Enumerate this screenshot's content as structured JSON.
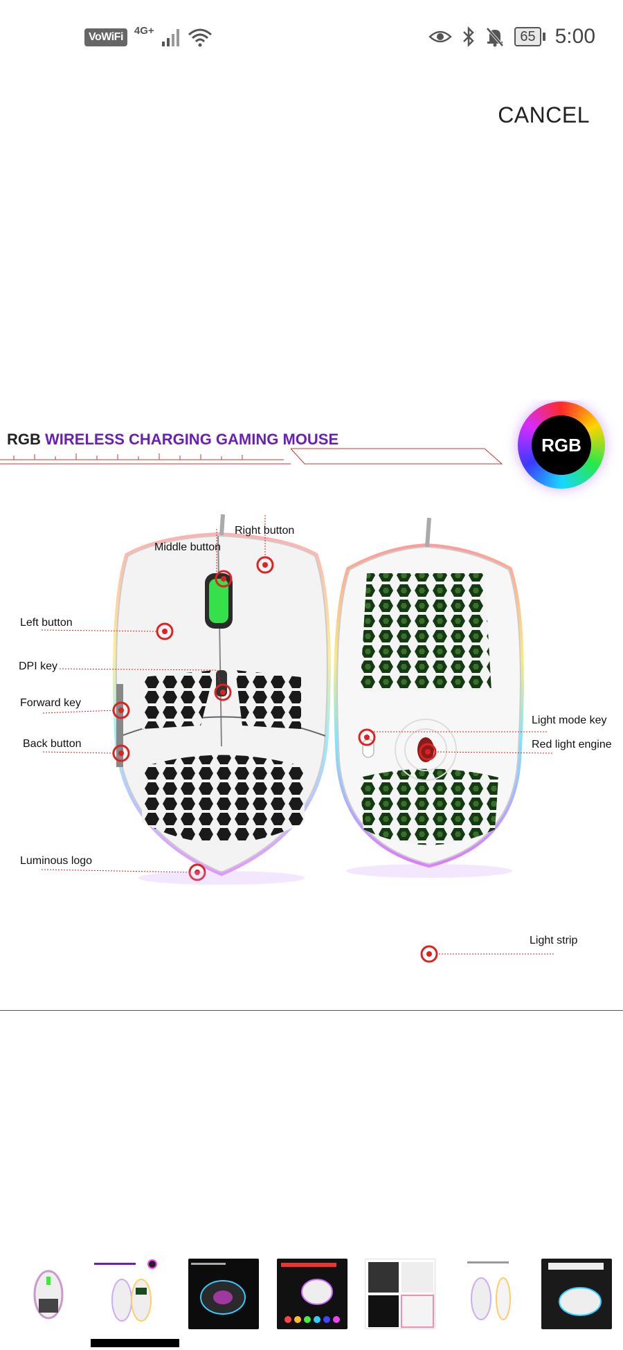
{
  "status_bar": {
    "wifi_calling": "VoWiFi",
    "network": "4G+",
    "battery": "65",
    "time": "5:00",
    "icons": [
      "signal-icon",
      "wifi-icon",
      "eye-icon",
      "bluetooth-icon",
      "mute-bell-icon"
    ]
  },
  "toolbar": {
    "cancel_label": "CANCEL"
  },
  "image": {
    "title_rgb": "RGB",
    "title_rest": "WIRELESS CHARGING GAMING MOUSE",
    "badge": "RGB",
    "callouts": {
      "right_button": "Right button",
      "middle_button": "Middle button",
      "left_button": "Left  button",
      "dpi_key": "DPI key",
      "forward_key": "Forward key",
      "back_button": "Back button",
      "luminous_logo": "Luminous logo",
      "light_mode_key": "Light mode key",
      "red_light_engine": "Red light engine",
      "light_strip": "Light strip"
    }
  },
  "thumbnails": {
    "count": 7,
    "selected_index": 1,
    "colors": {
      "dark": "#111111",
      "accent": "#6a1fb8"
    }
  }
}
